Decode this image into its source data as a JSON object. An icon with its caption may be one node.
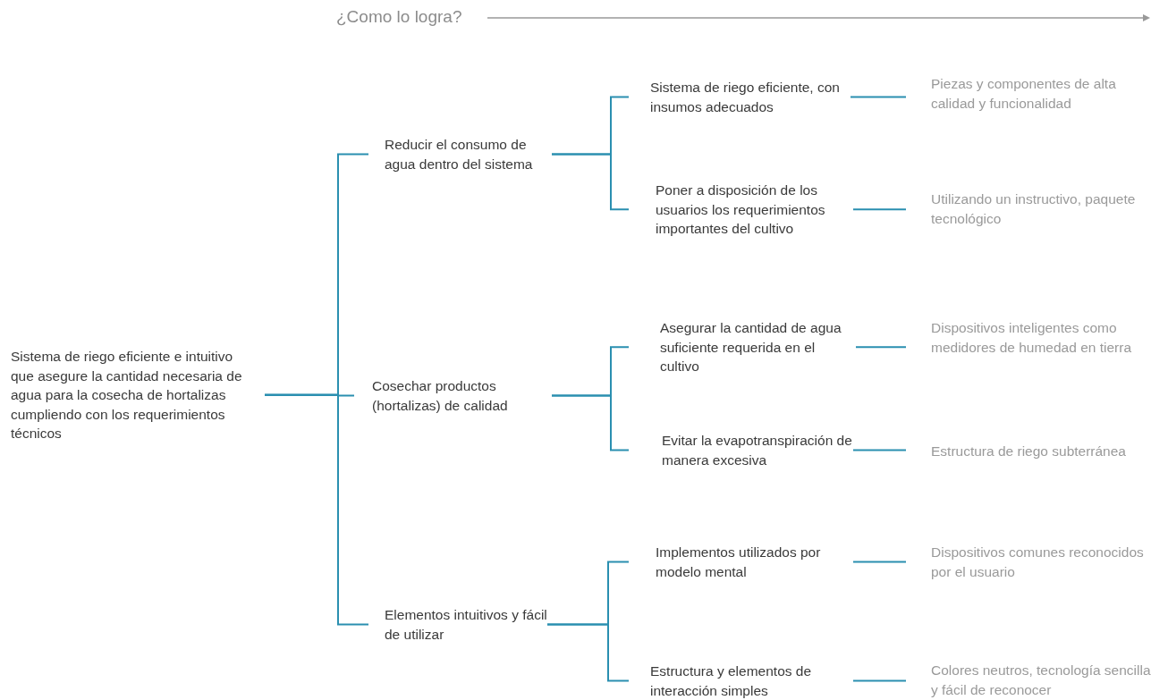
{
  "diagram": {
    "nodes": [
      {
        "text": [
          "Sistema de riego eficiente e intuitivo que asegure la cantidad necesaria de agua para la cosecha de hortalizas cumpliendo con los requerimientos técnicos"
        ]
      },
      {
        "text": [
          "Reducir el consumo de agua dentro del sistema"
        ]
      },
      {
        "text": [
          "Cosechar productos (hortalizas) de calidad"
        ]
      },
      {
        "text": [
          "Elementos intuitivos y fácil de utilizar"
        ]
      },
      {
        "text": [
          "Sistema de riego eficiente, con insumos adecuados"
        ]
      },
      {
        "text": [
          "Poner a disposición de los usuarios los requerimientos importantes del cultivo"
        ]
      },
      {
        "text": [
          "Asegurar la cantidad de agua suficiente requerida en el cultivo"
        ]
      },
      {
        "text": [
          "Evitar la evapotranspiración de manera excesiva"
        ]
      },
      {
        "text": [
          "Implementos utilizados por modelo mental"
        ]
      },
      {
        "text": [
          "Estructura y elementos de interacción simples"
        ]
      },
      {
        "text": [
          "Piezas y componentes de alta calidad y funcionalidad"
        ]
      },
      {
        "text": [
          "Utilizando un instructivo, paquete tecnológico"
        ]
      },
      {
        "text": [
          "Dispositivos inteligentes como medidores de humedad en tierra"
        ]
      },
      {
        "text": [
          "Estructura de riego subterránea"
        ]
      },
      {
        "text": [
          "Dispositivos comunes reconocidos por el usuario"
        ]
      },
      {
        "text": [
          "Colores neutros, tecnología sencilla y fácil de reconocer"
        ]
      }
    ],
    "edges": [
      {
        "from": 0,
        "to": 1,
        "arrow": "none"
      },
      {
        "from": 0,
        "to": 2,
        "arrow": "none"
      },
      {
        "from": 0,
        "to": 3,
        "arrow": "none"
      },
      {
        "from": 1,
        "to": 4,
        "arrow": "none"
      },
      {
        "from": 1,
        "to": 5,
        "arrow": "none"
      },
      {
        "from": 2,
        "to": 6,
        "arrow": "none"
      },
      {
        "from": 2,
        "to": 7,
        "arrow": "none"
      },
      {
        "from": 3,
        "to": 8,
        "arrow": "none"
      },
      {
        "from": 3,
        "to": 9,
        "arrow": "none"
      },
      {
        "from": 4,
        "to": 10,
        "arrow": "none"
      },
      {
        "from": 5,
        "to": 11,
        "arrow": "none"
      },
      {
        "from": 6,
        "to": 12,
        "arrow": "none"
      },
      {
        "from": 7,
        "to": 13,
        "arrow": "none"
      },
      {
        "from": 8,
        "to": 14,
        "arrow": "none"
      },
      {
        "from": 9,
        "to": 15,
        "arrow": "none"
      }
    ],
    "labels": [
      "¿Como lo logra?"
    ]
  }
}
